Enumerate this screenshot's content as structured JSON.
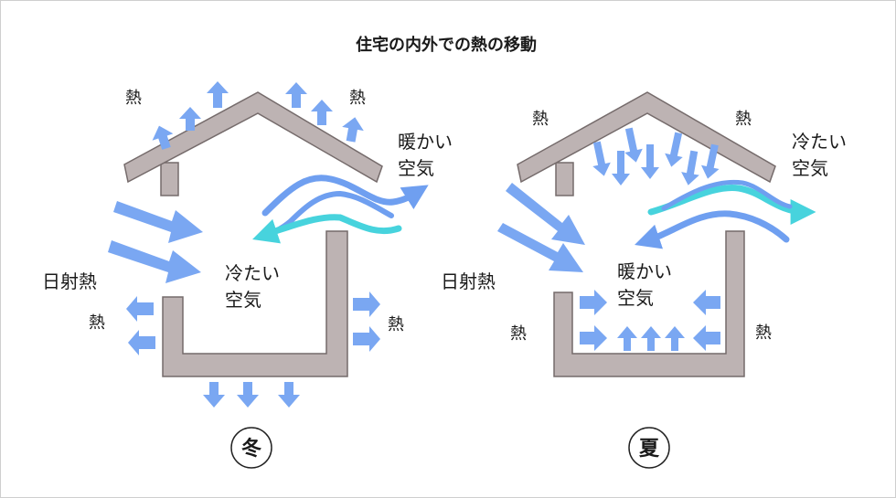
{
  "title": "住宅の内外での熱の移動",
  "colors": {
    "structure": "#bdb3b3",
    "structure_stroke": "#756b6b",
    "heat_arrow": "#7aa7f2",
    "warm_air": "#6f9ff0",
    "cool_air": "#47d3dd"
  },
  "winter": {
    "season": "冬",
    "heat_top_left": "熱",
    "heat_top_right": "熱",
    "warm_air": [
      "暖かい",
      "空気"
    ],
    "cool_air": [
      "冷たい",
      "空気"
    ],
    "solar_heat": "日射熱",
    "heat_left": "熱",
    "heat_right": "熱"
  },
  "summer": {
    "season": "夏",
    "heat_top_left": "熱",
    "heat_top_right": "熱",
    "cool_air": [
      "冷たい",
      "空気"
    ],
    "warm_air": [
      "暖かい",
      "空気"
    ],
    "solar_heat": "日射熱",
    "heat_left": "熱",
    "heat_right": "熱"
  }
}
